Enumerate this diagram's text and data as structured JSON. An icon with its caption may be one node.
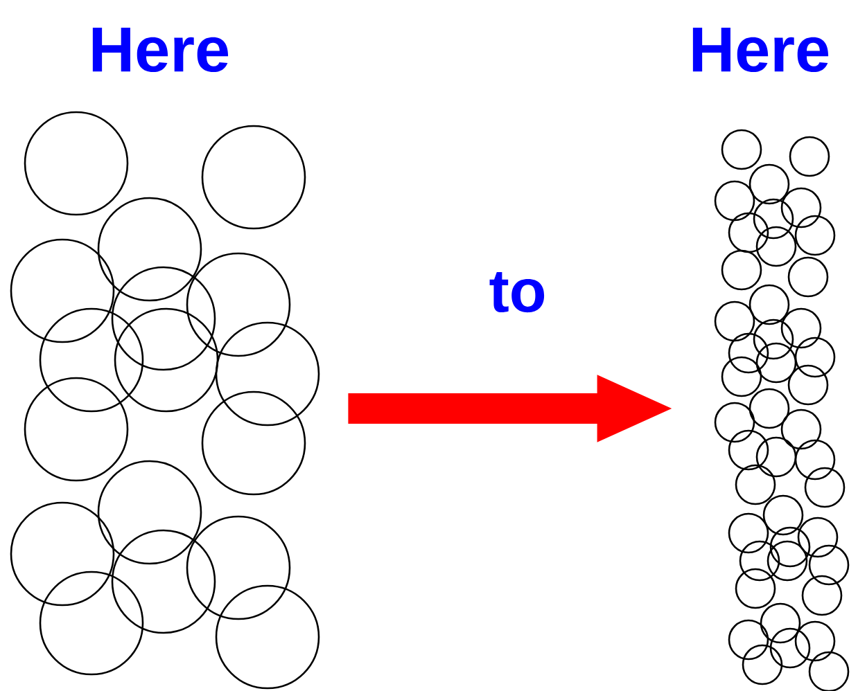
{
  "diagram": {
    "nodes": [
      {
        "text": [
          "Here"
        ]
      },
      {
        "text": [
          "Here"
        ]
      }
    ],
    "edges": [
      {
        "from": 0,
        "to": 1,
        "arrow": "to",
        "label": "to"
      }
    ]
  }
}
